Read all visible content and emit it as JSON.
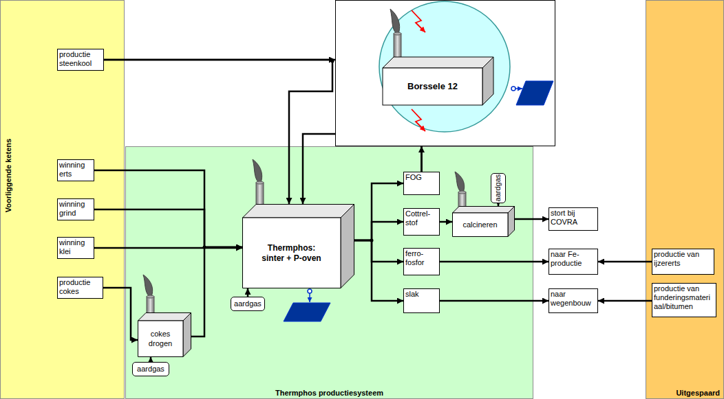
{
  "diagram": {
    "nodes": [
      {
        "text": [
          "Voorliggende ketens"
        ]
      },
      {
        "text": [
          "productie steenkool"
        ],
        "in": 0
      },
      {
        "text": [
          "winning erts"
        ],
        "in": 0
      },
      {
        "text": [
          "winning grind"
        ],
        "in": 0
      },
      {
        "text": [
          "winning klei"
        ],
        "in": 0
      },
      {
        "text": [
          "productie cokes"
        ],
        "in": 0
      },
      {
        "text": [
          "Borssele 12"
        ]
      },
      {
        "text": [
          "Thermphos productiesysteem"
        ]
      },
      {
        "text": [
          "cokes drogen"
        ],
        "in": 7
      },
      {
        "text": [
          "aardgas"
        ],
        "in": 7
      },
      {
        "text": [
          "Thermphos:",
          "sinter + P-oven"
        ],
        "in": 7
      },
      {
        "text": [
          "aardgas"
        ],
        "in": 7
      },
      {
        "text": [
          "FOG"
        ],
        "in": 7
      },
      {
        "text": [
          "Cottrel-stof"
        ],
        "in": 7
      },
      {
        "text": [
          "calcineren"
        ],
        "in": 7
      },
      {
        "text": [
          "aardgas"
        ],
        "in": 7
      },
      {
        "text": [
          "ferro-fosfor"
        ],
        "in": 7
      },
      {
        "text": [
          "slak"
        ],
        "in": 7
      },
      {
        "text": [
          "stort bij COVRA"
        ]
      },
      {
        "text": [
          "naar Fe-productie"
        ]
      },
      {
        "text": [
          "naar wegenbouw"
        ]
      },
      {
        "text": [
          "Uitgespaard"
        ]
      },
      {
        "text": [
          "productie van ijzererts"
        ],
        "in": 21
      },
      {
        "text": [
          "productie van funderingsmateriaal/bitumen"
        ],
        "in": 21
      }
    ],
    "edges": [
      {
        "from": 1,
        "to": 6,
        "arrow": "to"
      },
      {
        "from": 1,
        "to": 10,
        "arrow": "to"
      },
      {
        "from": 2,
        "to": 10,
        "arrow": "to"
      },
      {
        "from": 3,
        "to": 10,
        "arrow": "to"
      },
      {
        "from": 4,
        "to": 10,
        "arrow": "to"
      },
      {
        "from": 5,
        "to": 8,
        "arrow": "to"
      },
      {
        "from": 8,
        "to": 10,
        "arrow": "to"
      },
      {
        "from": 9,
        "to": 8,
        "arrow": "to"
      },
      {
        "from": 11,
        "to": 10,
        "arrow": "to"
      },
      {
        "from": 10,
        "to": 12,
        "arrow": "to"
      },
      {
        "from": 10,
        "to": 13,
        "arrow": "to"
      },
      {
        "from": 10,
        "to": 16,
        "arrow": "to"
      },
      {
        "from": 10,
        "to": 17,
        "arrow": "to"
      },
      {
        "from": 12,
        "to": 6,
        "arrow": "to"
      },
      {
        "from": 12,
        "to": 10,
        "arrow": "to"
      },
      {
        "from": 13,
        "to": 14,
        "arrow": "to"
      },
      {
        "from": 15,
        "to": 14,
        "arrow": "to"
      },
      {
        "from": 14,
        "to": 18,
        "arrow": "to"
      },
      {
        "from": 16,
        "to": 19,
        "arrow": "to"
      },
      {
        "from": 17,
        "to": 20,
        "arrow": "to"
      },
      {
        "from": 22,
        "to": 19,
        "arrow": "to"
      },
      {
        "from": 23,
        "to": 20,
        "arrow": "to"
      }
    ]
  }
}
